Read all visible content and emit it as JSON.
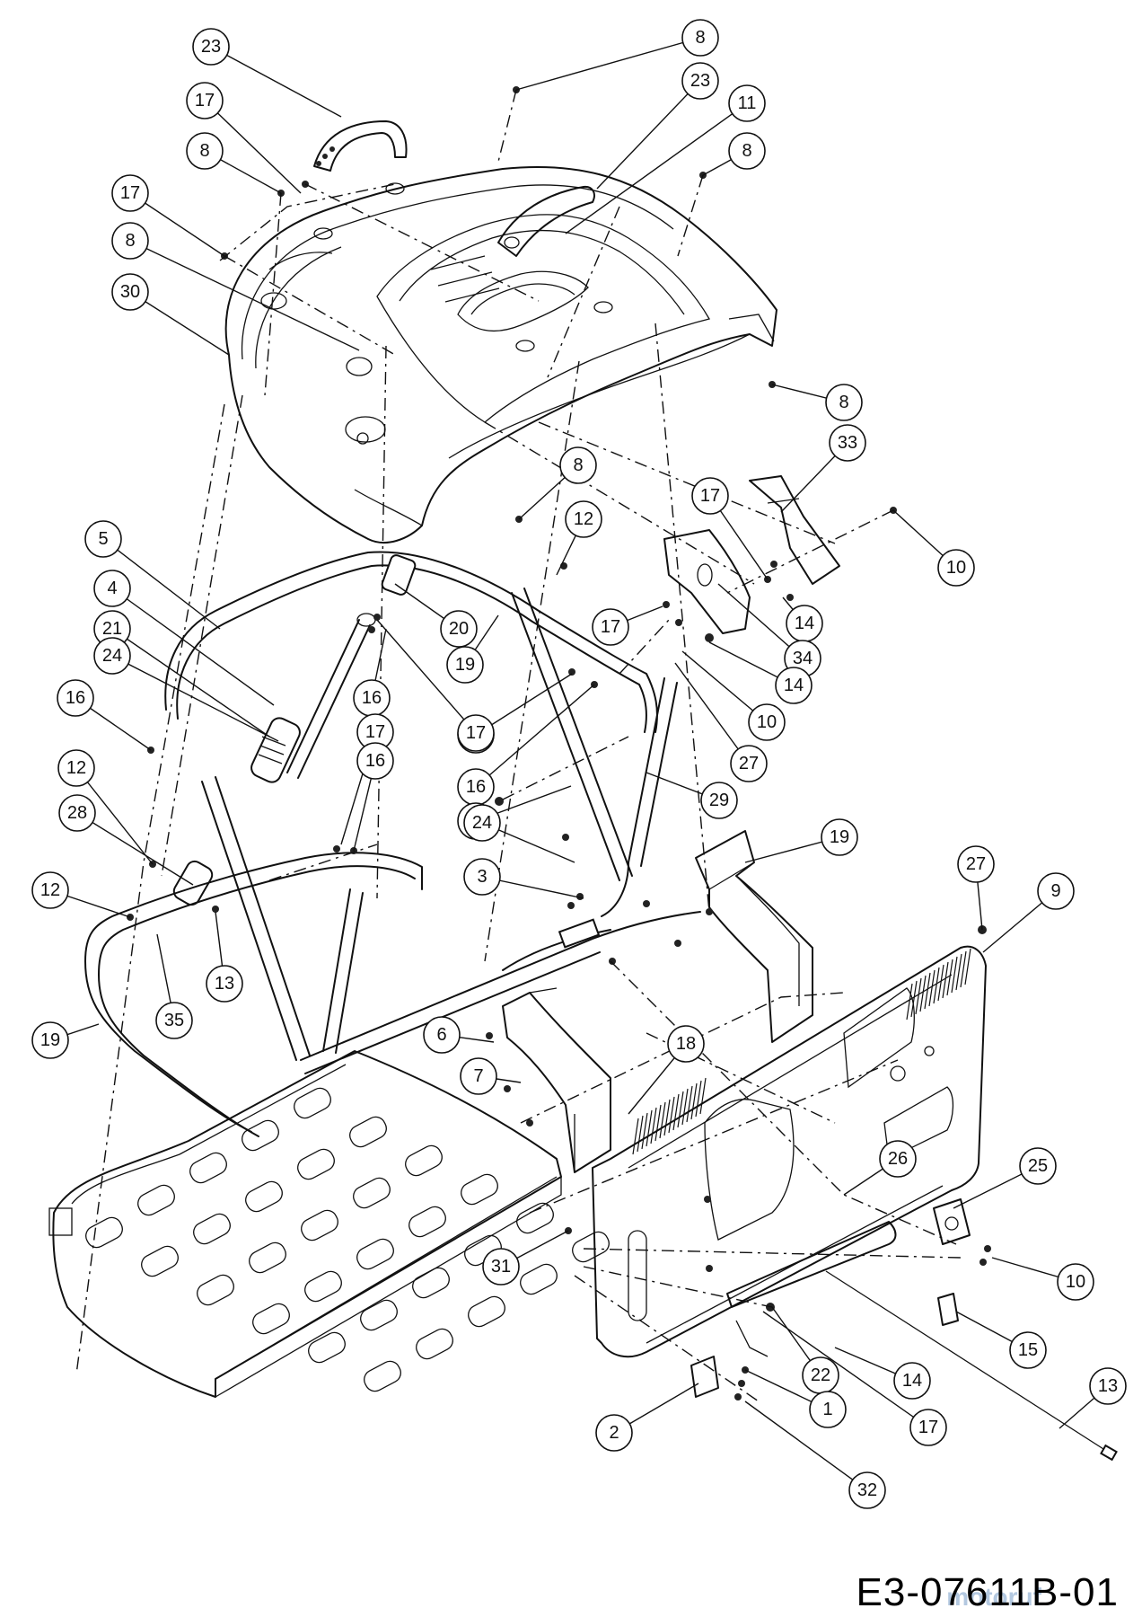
{
  "drawing_id": "E3-07611B-01",
  "watermark": "motoruf",
  "callouts": [
    {
      "label": "23"
    },
    {
      "label": "8"
    },
    {
      "label": "17"
    },
    {
      "label": "23"
    },
    {
      "label": "11"
    },
    {
      "label": "8"
    },
    {
      "label": "8"
    },
    {
      "label": "17"
    },
    {
      "label": "8"
    },
    {
      "label": "30"
    },
    {
      "label": "8"
    },
    {
      "label": "8"
    },
    {
      "label": "33"
    },
    {
      "label": "17"
    },
    {
      "label": "10"
    },
    {
      "label": "12"
    },
    {
      "label": "5"
    },
    {
      "label": "20"
    },
    {
      "label": "4"
    },
    {
      "label": "19"
    },
    {
      "label": "17"
    },
    {
      "label": "14"
    },
    {
      "label": "21"
    },
    {
      "label": "34"
    },
    {
      "label": "24"
    },
    {
      "label": "16"
    },
    {
      "label": "14"
    },
    {
      "label": "16"
    },
    {
      "label": "10"
    },
    {
      "label": "16"
    },
    {
      "label": "16"
    },
    {
      "label": "17"
    },
    {
      "label": "27"
    },
    {
      "label": "12"
    },
    {
      "label": "17"
    },
    {
      "label": "16"
    },
    {
      "label": "16"
    },
    {
      "label": "29"
    },
    {
      "label": "28"
    },
    {
      "label": "24"
    },
    {
      "label": "19"
    },
    {
      "label": "3"
    },
    {
      "label": "12"
    },
    {
      "label": "13"
    },
    {
      "label": "27"
    },
    {
      "label": "9"
    },
    {
      "label": "35"
    },
    {
      "label": "19"
    },
    {
      "label": "6"
    },
    {
      "label": "18"
    },
    {
      "label": "7"
    },
    {
      "label": "26"
    },
    {
      "label": "25"
    },
    {
      "label": "31"
    },
    {
      "label": "10"
    },
    {
      "label": "15"
    },
    {
      "label": "22"
    },
    {
      "label": "14"
    },
    {
      "label": "13"
    },
    {
      "label": "1"
    },
    {
      "label": "17"
    },
    {
      "label": "2"
    },
    {
      "label": "32"
    },
    {
      "label": "15"
    }
  ]
}
